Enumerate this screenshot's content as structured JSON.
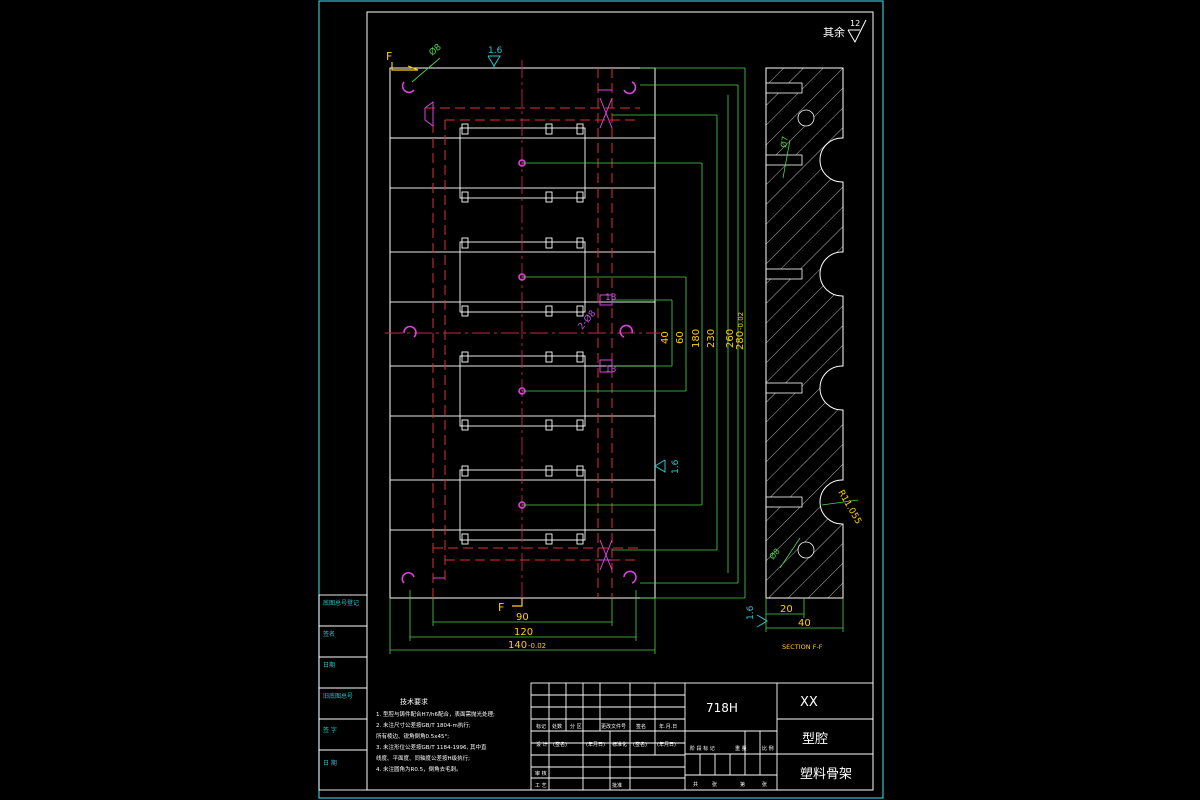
{
  "drawing": {
    "roughness_note": "其余",
    "roughness_other": "12",
    "roughness_symbols": [
      "1.6",
      "1.6",
      "1.6"
    ],
    "section_mark": "F",
    "hole_dia": "Ø8",
    "mid_hole": "2-Ø8",
    "small_dims": [
      "13",
      "13"
    ],
    "dims_vertical": [
      "40",
      "60",
      "180",
      "230",
      "260",
      "280"
    ],
    "dim_280_tol": "-0.02",
    "dims_horizontal": [
      "90",
      "120",
      "140"
    ],
    "dim_140_tol": "-0.02",
    "section_dims": [
      "20",
      "40"
    ],
    "section_radius": "R11.055",
    "section_hole": "Ø8",
    "section_small": "Ø7",
    "section_label": "SECTION F-F"
  },
  "side_table": [
    "底图总号登记",
    "签名",
    "日期",
    "旧底图总号",
    "签 字",
    "日 期"
  ],
  "notes": {
    "title": "技术要求",
    "lines": [
      "1. 型腔与铸件配合H7/h6配合，表面需抛光处理;",
      "2. 未注尺寸公差按GB/T 1804-m执行;",
      "   所有棱边、锐角倒角0.5x45°;",
      "3. 未注形位公差按GB/T 1184-1996, 其中直",
      "   线度、平面度、同轴度公差按H级执行;",
      "4. 未注圆角为R0.5，倒角去毛刺。"
    ]
  },
  "title_block": {
    "material": "718H",
    "company": "XX",
    "part": "型腔",
    "product": "塑料骨架",
    "row_labels": [
      "标记",
      "处数",
      "分 区",
      "更改文件号",
      "签名",
      "年.月.日"
    ],
    "design_labels": [
      "设 计",
      "(签名)",
      "(年月日)",
      "标准化",
      "(签名)",
      "(年月日)"
    ],
    "bottom_labels": [
      "审 核",
      "工 艺",
      "批准"
    ],
    "stage_labels": [
      "阶 段 标 记",
      "重 量",
      "比 例"
    ],
    "sheet_labels": [
      "共",
      "张",
      "第",
      "张"
    ]
  }
}
